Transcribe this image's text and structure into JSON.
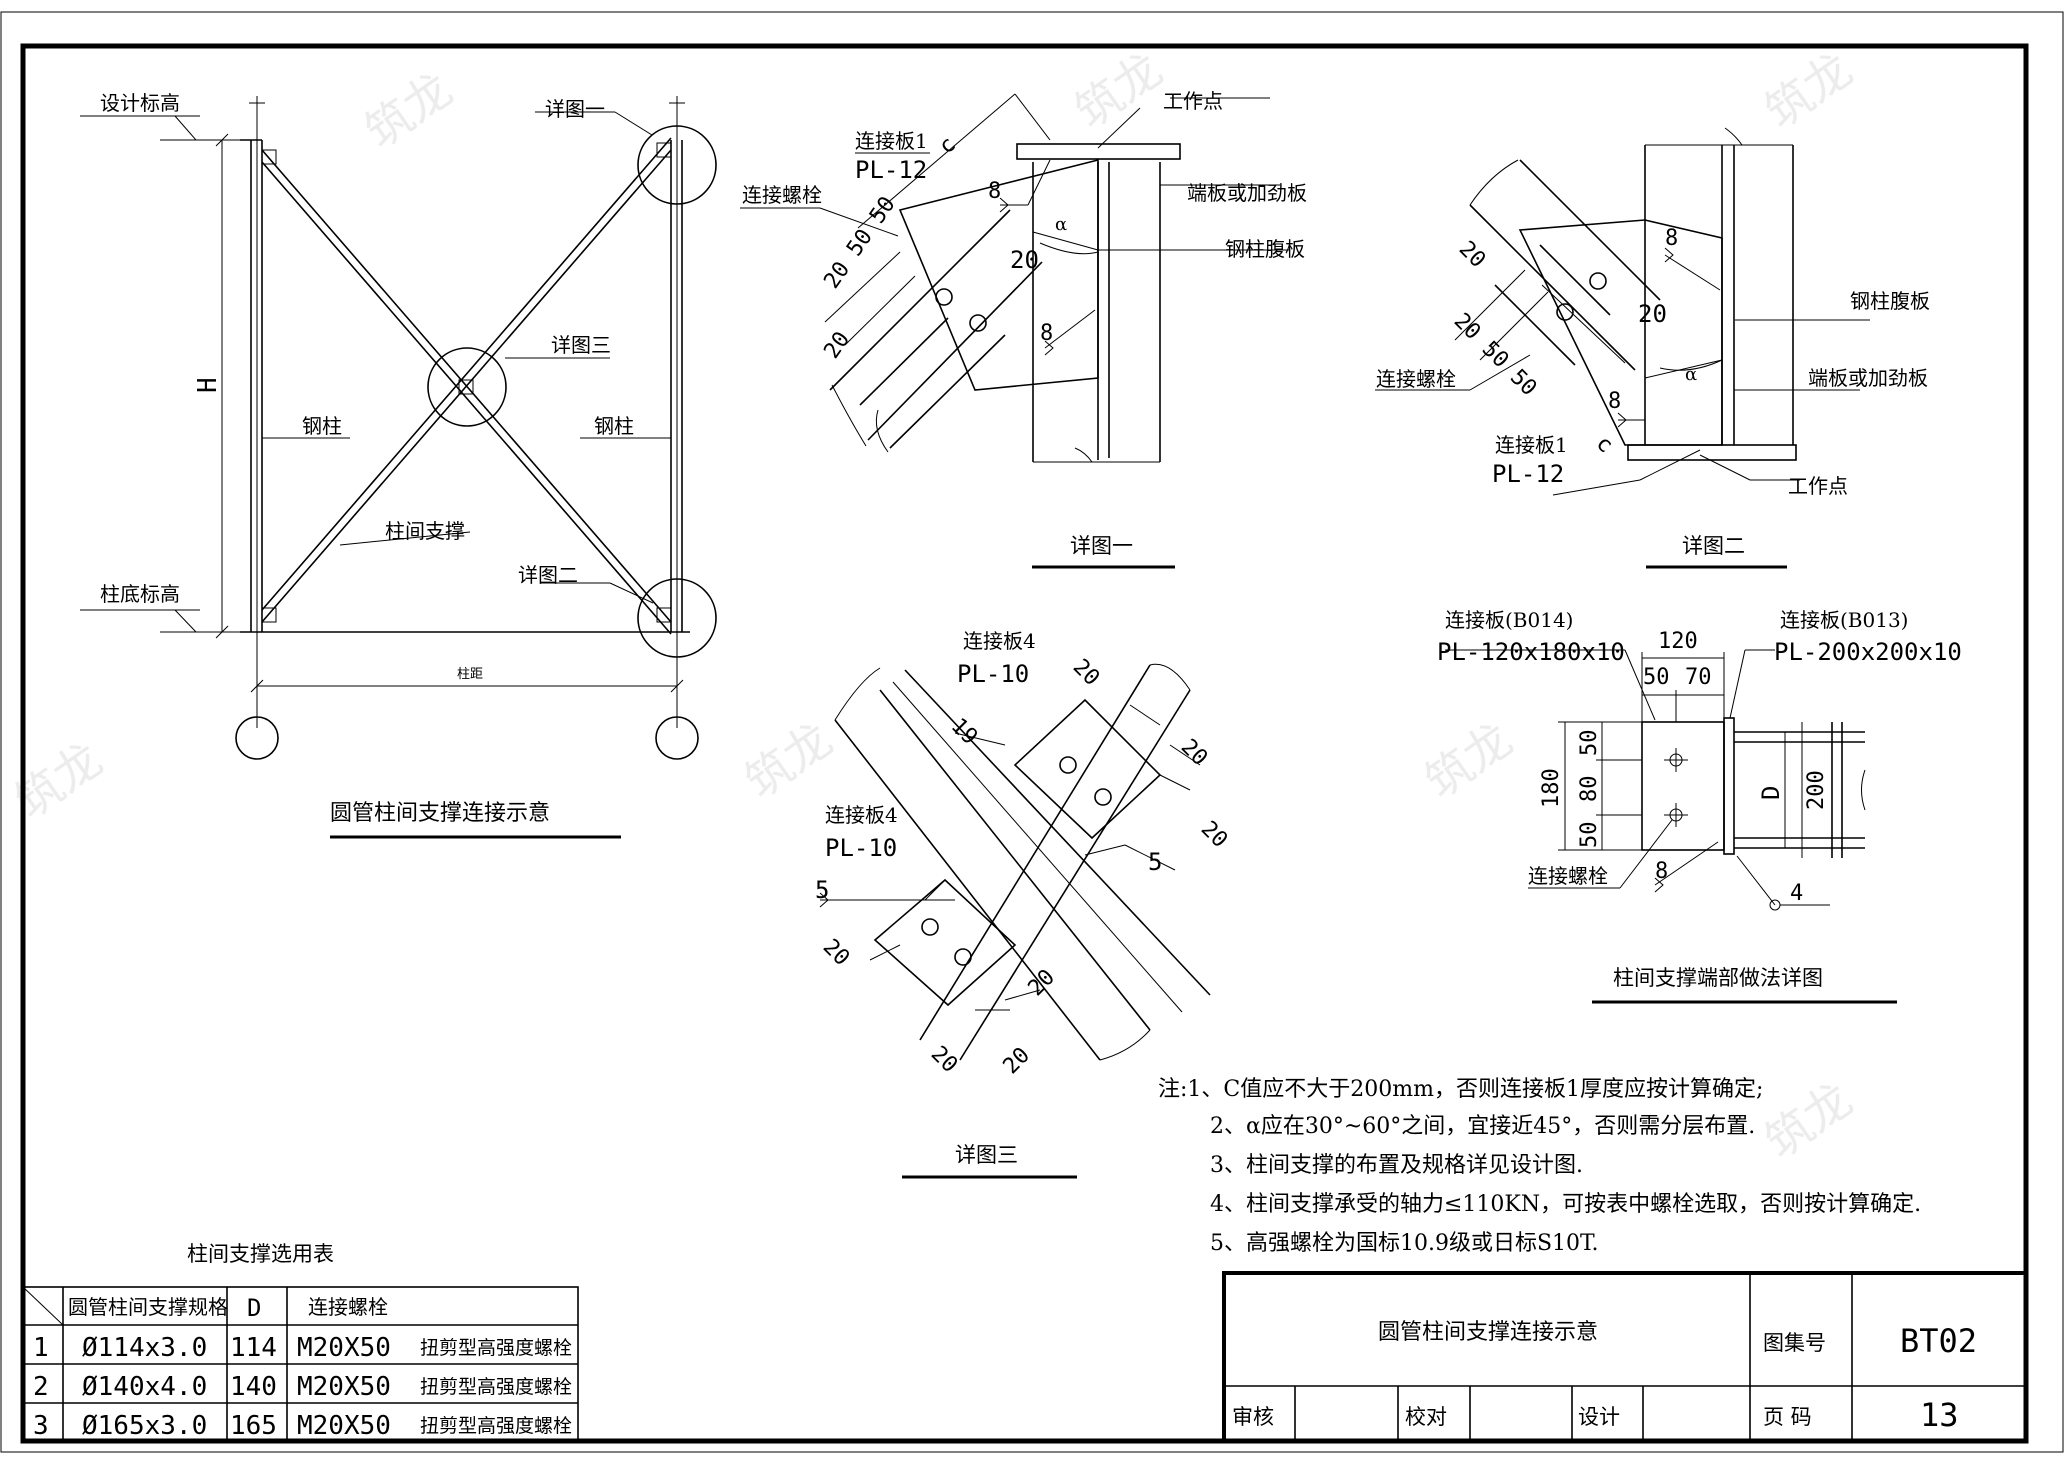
{
  "watermark": "筑龙",
  "overview": {
    "caption": "圆管柱间支撑连接示意",
    "labels": {
      "design_elev": "设计标高",
      "base_elev": "柱底标高",
      "height": "H",
      "col_left": "钢柱",
      "col_right": "钢柱",
      "brace": "柱间支撑",
      "detail1": "详图一",
      "detail2": "详图二",
      "detail3": "详图三",
      "span": "柱距"
    }
  },
  "detail1": {
    "caption": "详图一",
    "labels": {
      "work_point": "工作点",
      "plate": "连接板1",
      "plate_spec": "PL-12",
      "c": "c",
      "bolt": "连接螺栓",
      "end_plate": "端板或加劲板",
      "web": "钢柱腹板",
      "dims": "20 50 50",
      "d20a": "20",
      "d20b": "20",
      "weld_a": "8",
      "weld_b": "8",
      "alpha": "α"
    }
  },
  "detail2": {
    "caption": "详图二",
    "labels": {
      "web": "钢柱腹板",
      "end_plate": "端板或加劲板",
      "bolt": "连接螺栓",
      "plate": "连接板1",
      "plate_spec": "PL-12",
      "c": "c",
      "work_point": "工作点",
      "d20a": "20",
      "dims": "20 50 50",
      "d20b": "20",
      "weld_a": "8",
      "weld_b": "8",
      "alpha": "α"
    }
  },
  "detail3": {
    "caption": "详图三",
    "labels": {
      "plate_top": "连接板4",
      "plate_top_spec": "PL-10",
      "plate_left": "连接板4",
      "plate_left_spec": "PL-10",
      "d19": "19",
      "weld_left": "5",
      "weld_right": "5",
      "d20": [
        "20",
        "20",
        "20",
        "20",
        "20",
        "20",
        "20"
      ]
    }
  },
  "end_detail": {
    "caption": "柱间支撑端部做法详图",
    "labels": {
      "plate_left": "连接板(B014)",
      "plate_left_spec": "PL-120x180x10",
      "plate_right": "连接板(B013)",
      "plate_right_spec": "PL-200x200x10",
      "w120": "120",
      "w50": "50",
      "w70": "70",
      "h180": "180",
      "h50a": "50",
      "h80": "80",
      "h50b": "50",
      "d": "D",
      "h200": "200",
      "bolt": "连接螺栓",
      "weld8": "8",
      "weld4": "4"
    }
  },
  "notes": [
    "注:1、C值应不大于200mm，否则连接板1厚度应按计算确定;",
    "2、α应在30°~60°之间，宜接近45°，否则需分层布置.",
    "3、柱间支撑的布置及规格详见设计图.",
    "4、柱间支撑承受的轴力≤110KN，可按表中螺栓选取，否则按计算确定.",
    "5、高强螺栓为国标10.9级或日标S10T."
  ],
  "selection_table": {
    "title": "柱间支撑选用表",
    "headers": [
      "",
      "圆管柱间支撑规格",
      "D",
      "连接螺栓"
    ],
    "rows": [
      [
        "1",
        "Ø114x3.0",
        "114",
        "M20X50",
        "扭剪型高强度螺栓"
      ],
      [
        "2",
        "Ø140x4.0",
        "140",
        "M20X50",
        "扭剪型高强度螺栓"
      ],
      [
        "3",
        "Ø165x3.0",
        "165",
        "M20X50",
        "扭剪型高强度螺栓"
      ]
    ]
  },
  "title_block": {
    "title": "圆管柱间支撑连接示意",
    "atlas_label": "图集号",
    "atlas_no": "BT02",
    "page_label": "页  码",
    "page_no": "13",
    "review": "审核",
    "check": "校对",
    "design": "设计"
  }
}
